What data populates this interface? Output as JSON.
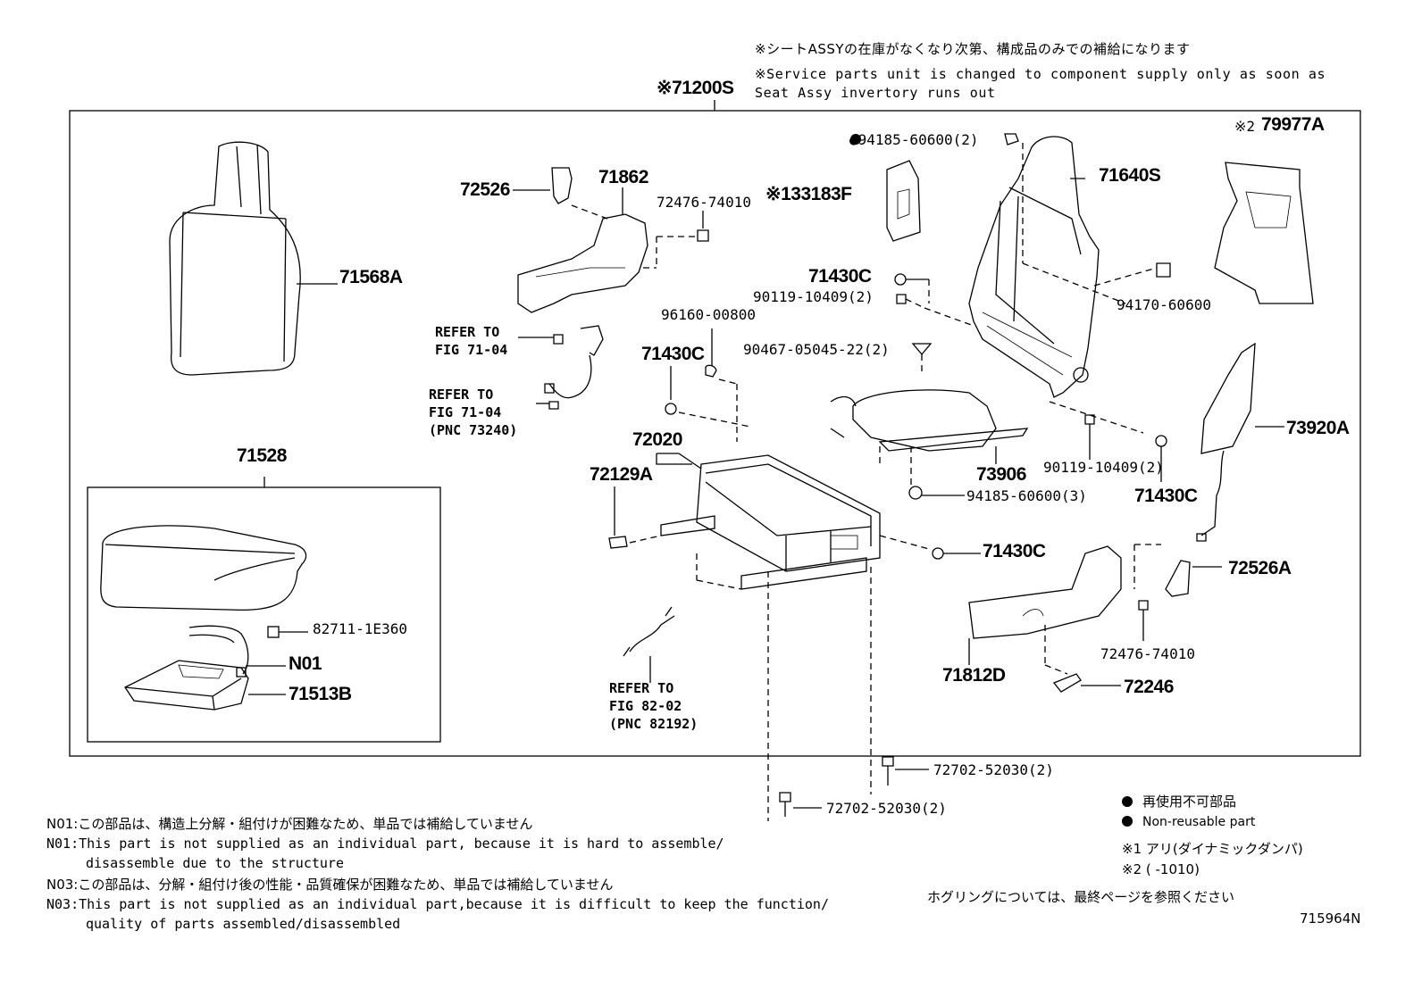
{
  "header": {
    "note_jp": "※シートASSYの在庫がなくなり次第、構成品のみでの補給になります",
    "note_en_1": "※Service parts unit is changed to component supply only as soon as",
    "note_en_2": "Seat Assy invertory runs out",
    "assembly_part": "※71200S"
  },
  "parts": {
    "p71568A": "71568A",
    "p71528": "71528",
    "p82711": "82711-1E360",
    "pN01": "N01",
    "p71513B": "71513B",
    "p72526": "72526",
    "p71862": "71862",
    "p72476_top": "72476-74010",
    "p96160": "96160-00800",
    "p71430C_mid": "71430C",
    "p72020": "72020",
    "p72129A": "72129A",
    "p94185_top": "●94185-60600(2)",
    "p133183F": "※133183F",
    "p71640S": "71640S",
    "p79977A": "79977A",
    "p79977A_mark": "※2",
    "p71430C_top": "71430C",
    "p90119_top": "90119-10409(2)",
    "p94170": "94170-60600",
    "p90467": "90467-05045-22(2)",
    "p73906": "73906",
    "p90119_bot": "90119-10409(2)",
    "p71430C_right": "71430C",
    "p73920A": "73920A",
    "p94185_bot": "94185-60600(3)",
    "p71430C_low": "71430C",
    "p72526A": "72526A",
    "p72476_bot": "72476-74010",
    "p71812D": "71812D",
    "p72246": "72246",
    "p72702_a": "72702-52030(2)",
    "p72702_b": "72702-52030(2)"
  },
  "refs": {
    "ref1": [
      "REFER TO",
      "FIG 71-04"
    ],
    "ref2": [
      "REFER TO",
      "FIG 71-04",
      "(PNC 73240)"
    ],
    "ref3": [
      "REFER TO",
      "FIG 82-02",
      "(PNC 82192)"
    ]
  },
  "legend": {
    "jp": "再使用不可部品",
    "en": "Non-reusable part",
    "note1": "※1  アリ(ダイナミックダンパ)",
    "note2": "※2 (     -1010)"
  },
  "footnotes": {
    "n01_jp": "N01:この部品は、構造上分解・組付けが困難なため、単品では補給していません",
    "n01_en_1": "N01:This part is not supplied as an individual part,  because it is hard to assemble/",
    "n01_en_2": "disassemble due to the structure",
    "n03_jp": "N03:この部品は、分解・組付け後の性能・品質確保が困難なため、単品では補給していません",
    "n03_en_1": "N03:This part is not supplied as an individual part,because it is difficult to keep the function/",
    "n03_en_2": "quality of parts assembled/disassembled",
    "hog_ring": "ホグリングについては、最終ページを参照ください",
    "figure_id": "715964N"
  }
}
